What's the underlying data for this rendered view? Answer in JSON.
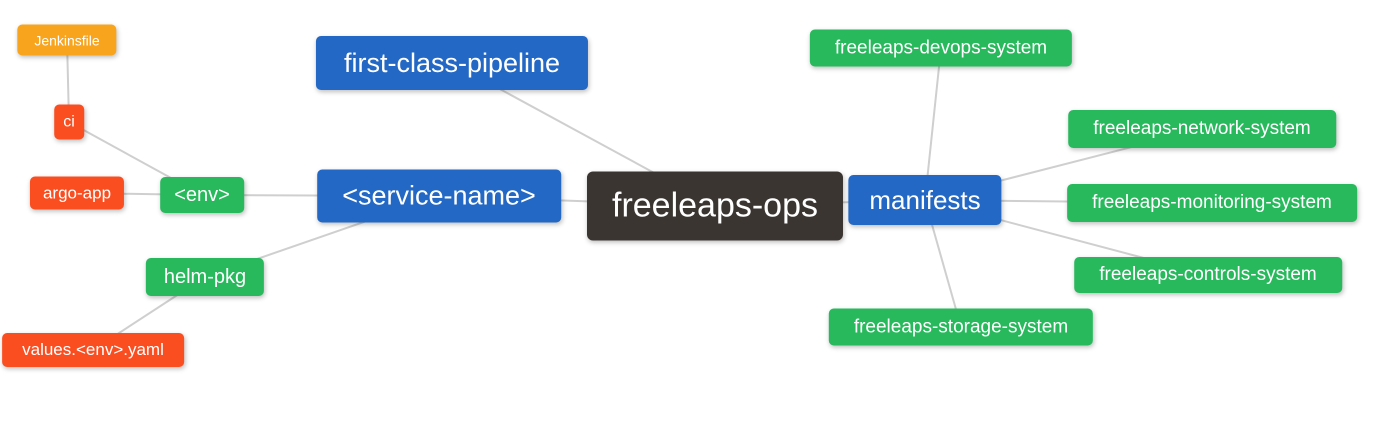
{
  "diagram": {
    "type": "mindmap",
    "root_id": "freeleaps_ops",
    "background": "#ffffff"
  },
  "palette": {
    "root_node": "#3a3531",
    "branch_node": "#2268c4",
    "green_node": "#27b95c",
    "red_node": "#fa4e21",
    "orange_node": "#f8a51d",
    "edge_line": "#cfcfcf",
    "node_text": "#ffffff"
  },
  "nodes": {
    "freeleaps_ops": {
      "label": "freeleaps-ops"
    },
    "first_class_pipeline": {
      "label": "first-class-pipeline"
    },
    "service_name": {
      "label": "<service-name>"
    },
    "env": {
      "label": "<env>"
    },
    "ci": {
      "label": "ci"
    },
    "jenkinsfile": {
      "label": "Jenkinsfile"
    },
    "argo_app": {
      "label": "argo-app"
    },
    "helm_pkg": {
      "label": "helm-pkg"
    },
    "values_env_yaml": {
      "label": "values.<env>.yaml"
    },
    "manifests": {
      "label": "manifests"
    },
    "devops_system": {
      "label": "freeleaps-devops-system"
    },
    "network_system": {
      "label": "freeleaps-network-system"
    },
    "monitoring_system": {
      "label": "freeleaps-monitoring-system"
    },
    "controls_system": {
      "label": "freeleaps-controls-system"
    },
    "storage_system": {
      "label": "freeleaps-storage-system"
    }
  },
  "edges": [
    [
      "jenkinsfile",
      "ci"
    ],
    [
      "ci",
      "env"
    ],
    [
      "argo_app",
      "env"
    ],
    [
      "env",
      "service_name"
    ],
    [
      "helm_pkg",
      "service_name"
    ],
    [
      "values_env_yaml",
      "helm_pkg"
    ],
    [
      "service_name",
      "freeleaps_ops"
    ],
    [
      "first_class_pipeline",
      "freeleaps_ops"
    ],
    [
      "freeleaps_ops",
      "manifests"
    ],
    [
      "manifests",
      "devops_system"
    ],
    [
      "manifests",
      "network_system"
    ],
    [
      "manifests",
      "monitoring_system"
    ],
    [
      "manifests",
      "controls_system"
    ],
    [
      "manifests",
      "storage_system"
    ]
  ]
}
